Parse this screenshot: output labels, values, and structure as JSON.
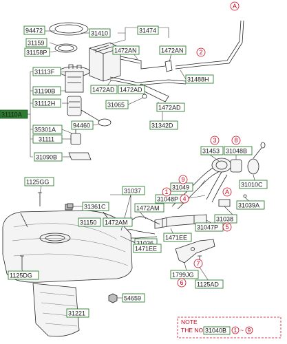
{
  "colors": {
    "label_border": "#2e7d32",
    "highlight_fill": "#2e7d32",
    "reference": "#d0021b",
    "line": "#222222"
  },
  "parts": {
    "p94472": "94472",
    "p31410": "31410",
    "p31474": "31474",
    "p31159": "31159",
    "p31158P": "31158P",
    "p1472AN_a": "1472AN",
    "p1472AN_b": "1472AN",
    "p31113F": "31113F",
    "p31190B": "31190B",
    "p31112H": "31112H",
    "p31110A": "31110A",
    "p35301A": "35301A",
    "p31111": "31111",
    "p31090B": "31090B",
    "p94460": "94460",
    "p1472AD_a": "1472AD",
    "p1472AD_b": "1472AD",
    "p1472AD_c": "1472AD",
    "p31065": "31065",
    "p31342D": "31342D",
    "p31488H": "31488H",
    "p31453": "31453",
    "p31048B": "31048B",
    "p31010C": "31010C",
    "p31049": "31049",
    "p31048P": "31048P",
    "p31039A": "31039A",
    "p31038": "31038",
    "p31047P": "31047P",
    "p1125GG": "1125GG",
    "p31037": "31037",
    "p31361C": "31361C",
    "p1472AM_a": "1472AM",
    "p1472AM_b": "1472AM",
    "p31150": "31150",
    "p31036": "31036",
    "p1471EE": "1471EE",
    "p1471EE_b": "1471EE",
    "p1125DG": "1125DG",
    "p1799JG": "1799JG",
    "p1125AD": "1125AD",
    "p54659": "54659",
    "p31221": "31221"
  },
  "refs": {
    "rA_top": "A",
    "r2": "2",
    "r3": "3",
    "r8": "8",
    "r9": "9",
    "r1": "1",
    "r4": "4",
    "rA_mid": "A",
    "r5": "5",
    "r7": "7",
    "r6": "6"
  },
  "note": {
    "line1": "NOTE",
    "prefix": "THE NO.",
    "part": "31040B",
    "range_start": "1",
    "range_sep": "~",
    "range_end": "9"
  }
}
